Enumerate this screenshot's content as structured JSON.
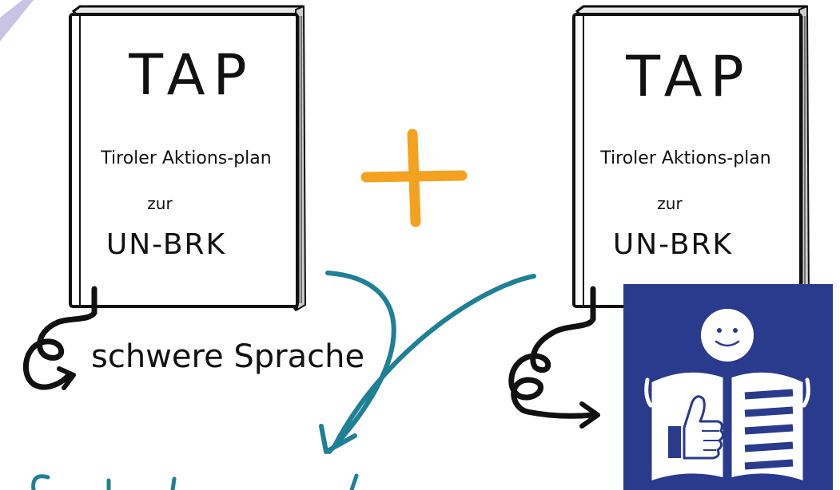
{
  "books": [
    {
      "title": "TAP",
      "line1": "Tiroler Aktions-plan",
      "line2": "zur",
      "line3": "UN-BRK"
    },
    {
      "title": "TAP",
      "line1": "Tiroler Aktions-plan",
      "line2": "zur",
      "line3": "UN-BRK"
    }
  ],
  "labels": {
    "hard_language": "schwere Sprache"
  },
  "colors": {
    "ink": "#111111",
    "plus": "#f3a220",
    "arrow": "#1f8096",
    "easy_read_bg": "#2a3a8c",
    "stripe": "#c9c4e4"
  },
  "icons": {
    "operator": "plus-icon",
    "easy_read": "easy-read-logo"
  }
}
